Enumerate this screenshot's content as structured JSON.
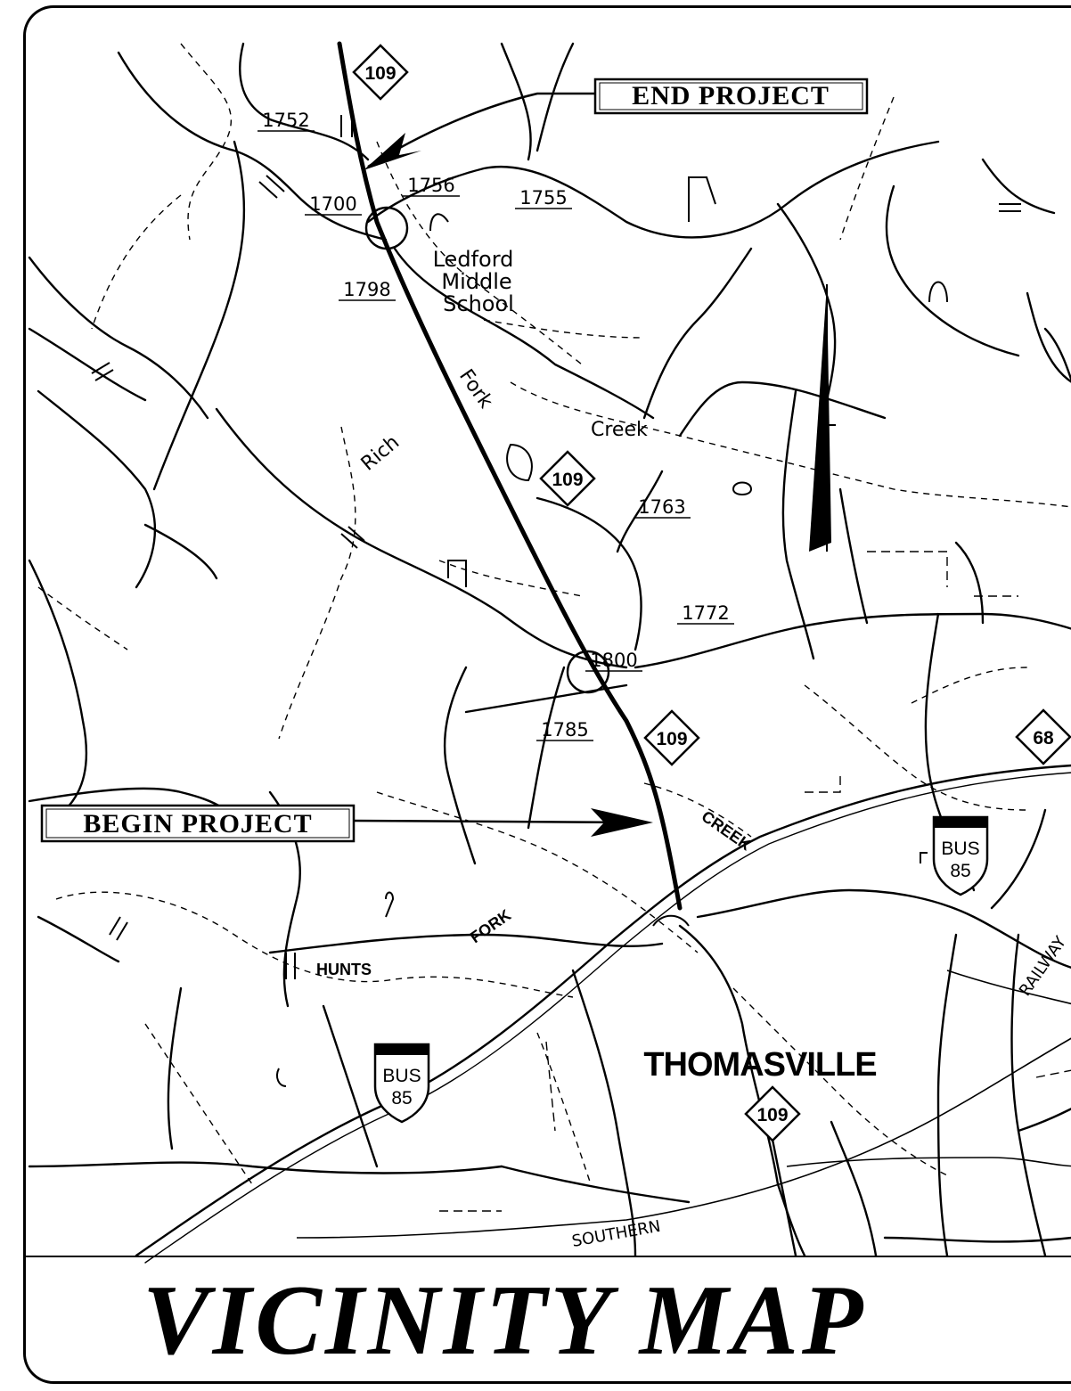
{
  "title": "VICINITY MAP",
  "callouts": {
    "end_project": "END PROJECT",
    "begin_project": "BEGIN PROJECT"
  },
  "places": {
    "school": [
      "Ledford",
      "Middle",
      "School"
    ],
    "town": "THOMASVILLE"
  },
  "water_labels": [
    "Rich",
    "Fork",
    "Creek",
    "HUNTS",
    "FORK",
    "CREEK"
  ],
  "rail_labels": [
    "SOUTHERN",
    "RAILWAY"
  ],
  "road_numbers": [
    "1752",
    "1700",
    "1756",
    "1755",
    "1798",
    "1763",
    "1772",
    "1800",
    "1785"
  ],
  "route_shields": {
    "nc109": "109",
    "nc68": "68",
    "bus85_top": "BUS",
    "bus85_bottom": "85"
  },
  "icons": [
    "north-arrow-icon",
    "route-shield-icon",
    "interstate-shield-icon",
    "bridge-icon"
  ]
}
